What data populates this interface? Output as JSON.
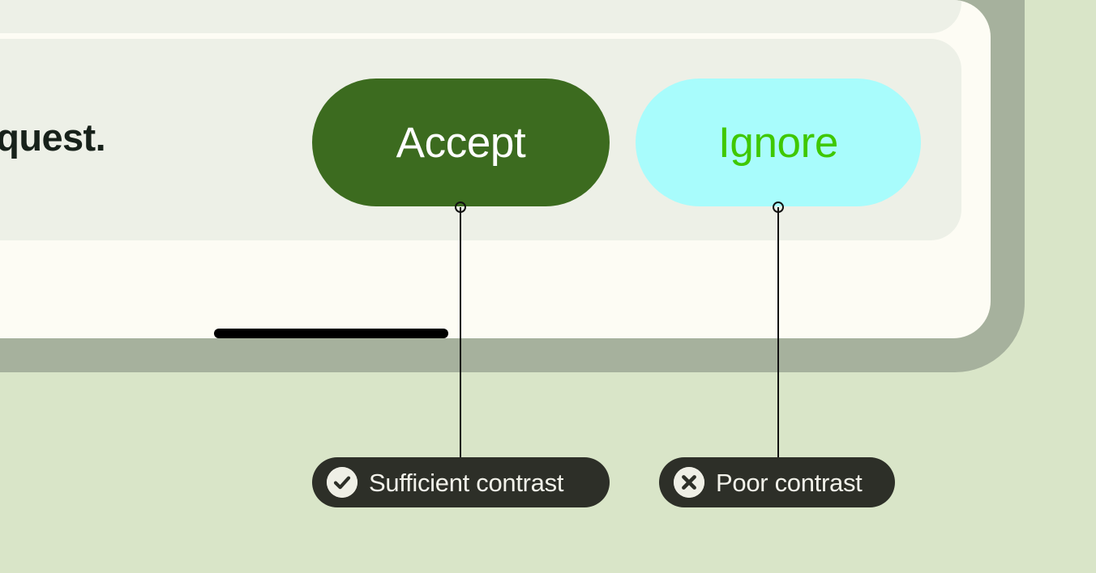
{
  "page": {
    "background_color": "#D9E5C8",
    "description": "Accessibility contrast annotation over a mobile UI mockup"
  },
  "device": {
    "frame_color": "#A6B19D",
    "screen_color": "#FDFCF4",
    "card_color": "#EDF0E7",
    "home_indicator_color": "#000000"
  },
  "content": {
    "body_text": "a request."
  },
  "buttons": [
    {
      "name": "accept",
      "label": "Accept",
      "background_color": "#3C6B1F",
      "text_color": "#FFFFFF"
    },
    {
      "name": "ignore",
      "label": "Ignore",
      "background_color": "#A8FCFC",
      "text_color": "#3FC800"
    }
  ],
  "annotations": [
    {
      "name": "sufficient",
      "label": "Sufficient contrast",
      "icon": "check-circle-icon",
      "pill_color": "#2D2F28",
      "label_color": "#F2F2EA",
      "icon_bg_color": "#EFEFE6"
    },
    {
      "name": "poor",
      "label": "Poor contrast",
      "icon": "x-circle-icon",
      "pill_color": "#2D2F28",
      "label_color": "#F2F2EA",
      "icon_bg_color": "#EFEFE6"
    }
  ]
}
